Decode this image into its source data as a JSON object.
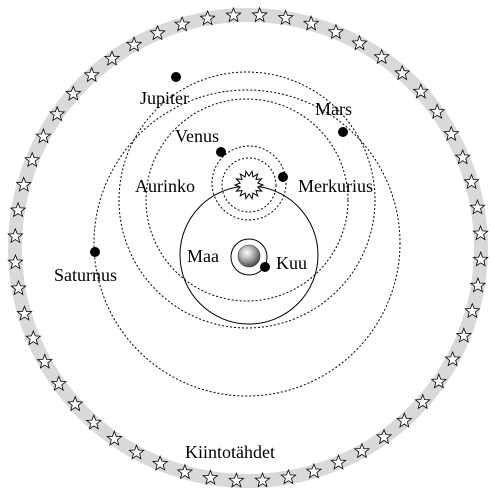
{
  "labels": {
    "jupiter": "Jupiter",
    "mars": "Mars",
    "venus": "Venus",
    "aurinko": "Aurinko",
    "merkurius": "Merkurius",
    "maa": "Maa",
    "kuu": "Kuu",
    "saturnus": "Saturnus",
    "kiintotahdet": "Kiintotähdet"
  },
  "colors": {
    "star_band": "#d9d9d9",
    "ink": "#000000",
    "earth_light": "#ffffff",
    "earth_dark": "#555555"
  }
}
